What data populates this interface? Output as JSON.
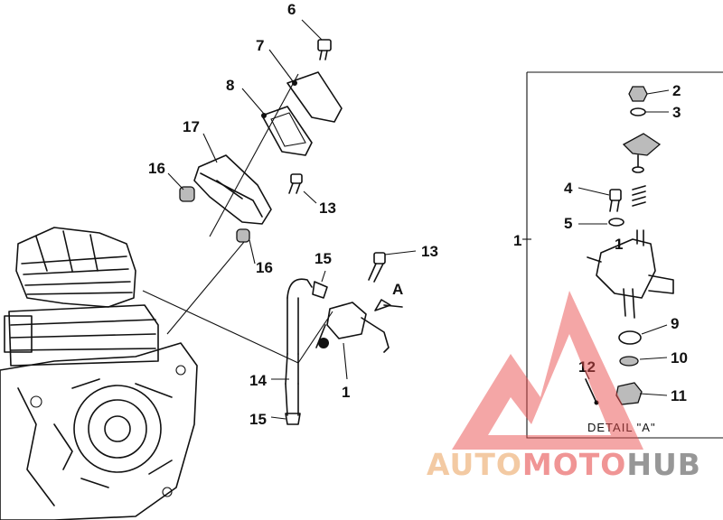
{
  "diagram": {
    "callouts": [
      "1",
      "1",
      "1",
      "2",
      "3",
      "4",
      "5",
      "6",
      "7",
      "8",
      "9",
      "10",
      "11",
      "12",
      "13",
      "13",
      "14",
      "15",
      "15",
      "16",
      "16",
      "17"
    ],
    "detail_label": "DETAIL \"A\"",
    "view_arrow_label": "A"
  },
  "watermark": {
    "brand_part_1": "AUTO",
    "brand_part_2": "MOTO",
    "brand_part_3": "HUB",
    "colors": {
      "auto": "#f2c59a",
      "moto": "#ef8a8a",
      "hub": "#8c8c8c",
      "triangle": "#e84b4b"
    }
  }
}
